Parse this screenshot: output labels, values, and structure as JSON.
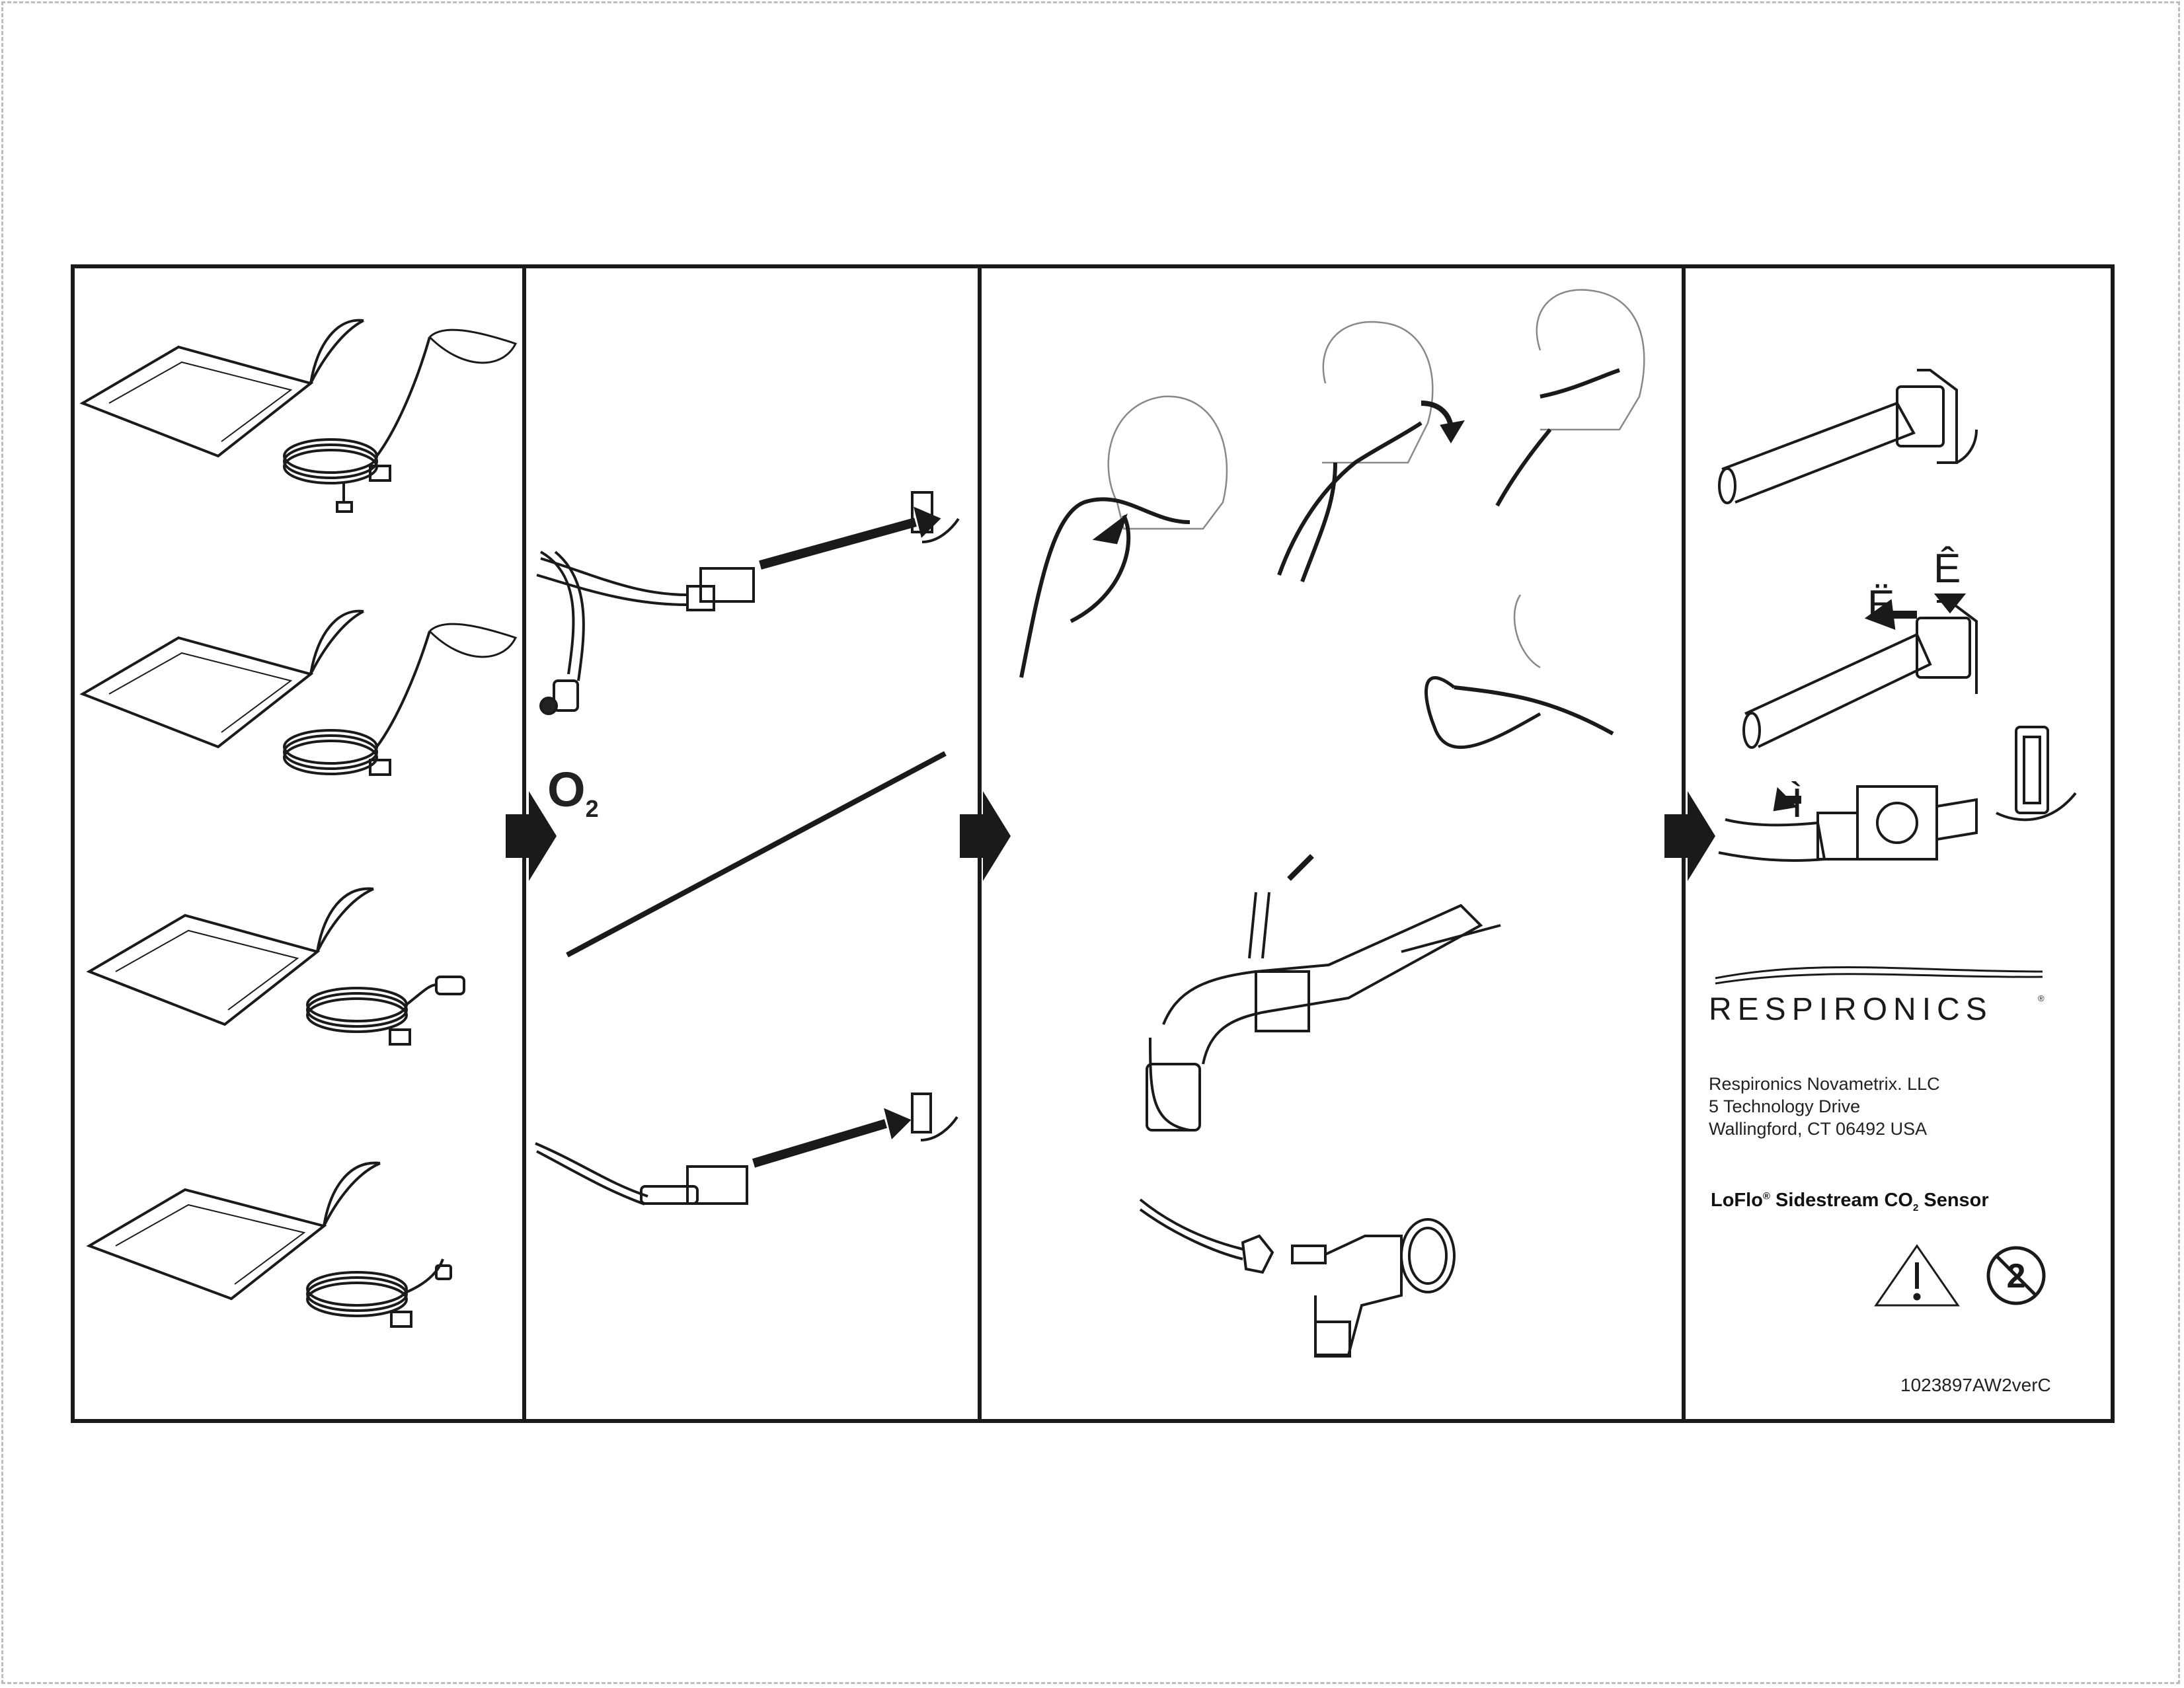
{
  "company": {
    "logo_text": "RESPIRONICS",
    "registered_mark": "®",
    "address_lines": [
      "Respironics Novametrix. LLC",
      "5 Technology Drive",
      "Wallingford, CT 06492 USA"
    ]
  },
  "product": {
    "name_part1": "LoFlo",
    "name_mark": "®",
    "name_part2": " Sidestream CO",
    "name_sub": "2",
    "name_part3": " Sensor"
  },
  "document_number": "1023897AW2verC",
  "labels": {
    "oxygen": "O",
    "oxygen_sub": "2",
    "step_e_umlaut": "Ë",
    "step_e_circ": "Ê",
    "step_i_grave": "Ì"
  },
  "symbols": {
    "warning_icon": "warning-triangle-icon",
    "single_use_icon": "do-not-reuse-icon"
  },
  "colors": {
    "line": "#1a1a1a",
    "fill_dark": "#222222",
    "page_border": "#bdbdbd",
    "sketch": "#888888"
  }
}
